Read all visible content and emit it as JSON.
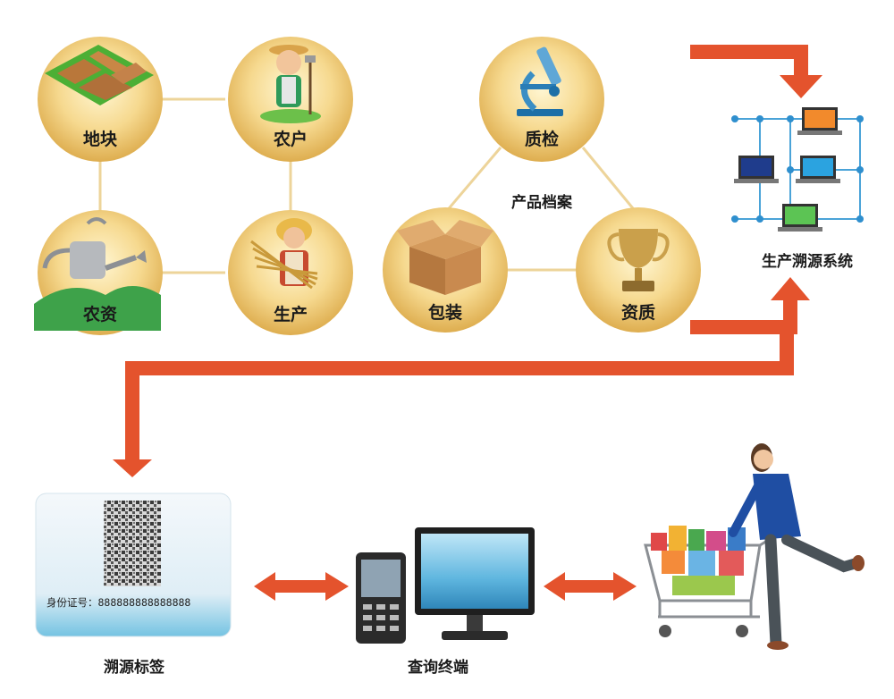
{
  "farm_group": {
    "nodes": [
      {
        "id": "land",
        "label": "地块",
        "icon": "land-plot-icon"
      },
      {
        "id": "farmer",
        "label": "农户",
        "icon": "farmer-icon"
      },
      {
        "id": "materials",
        "label": "农资",
        "icon": "watering-can-icon"
      },
      {
        "id": "production",
        "label": "生产",
        "icon": "harvest-farmer-icon"
      }
    ]
  },
  "product_group": {
    "title": "产品档案",
    "nodes": [
      {
        "id": "inspection",
        "label": "质检",
        "icon": "microscope-icon"
      },
      {
        "id": "packaging",
        "label": "包装",
        "icon": "box-icon"
      },
      {
        "id": "qualification",
        "label": "资质",
        "icon": "trophy-icon"
      }
    ]
  },
  "system": {
    "label": "生产溯源系统",
    "icon": "network-computers-icon"
  },
  "bottom": {
    "tag": {
      "label": "溯源标签",
      "id_text": "身份证号：888888888888888",
      "icon": "qr-code-icon"
    },
    "terminal": {
      "label": "查询终端",
      "icons": [
        "mobile-phone-icon",
        "monitor-icon"
      ]
    },
    "consumer": {
      "icon": "shopper-with-cart-icon"
    }
  },
  "colors": {
    "arrow": "#e4532d",
    "circle_light": "#fff3c4",
    "circle_dark": "#e7b95a",
    "connector": "#edd49a"
  }
}
